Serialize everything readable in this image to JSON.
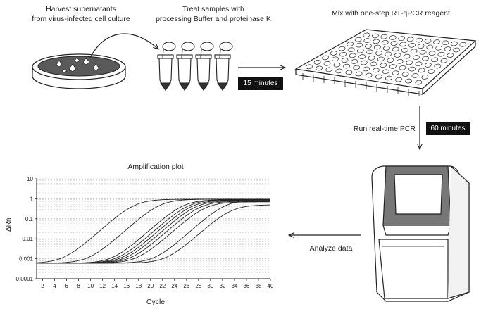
{
  "steps": {
    "harvest": {
      "line1": "Harvest supernatants",
      "line2": "from virus-infected cell culture"
    },
    "treat": {
      "line1": "Treat samples with",
      "line2": "processing Buffer and proteinase K"
    },
    "mix": {
      "line1": "Mix with one-step RT-qPCR reagent"
    },
    "run": {
      "label": "Run real-time PCR"
    },
    "analyze": {
      "label": "Analyze data"
    }
  },
  "timers": {
    "t15": "15 minutes",
    "t60": "60 minutes"
  },
  "chart_data": {
    "type": "line",
    "title": "Amplification plot",
    "xlabel": "Cycle",
    "ylabel": "ΔRn",
    "xlim": [
      1,
      40
    ],
    "ylim": [
      0.0001,
      10
    ],
    "yscale": "log",
    "grid": true,
    "x_ticks": [
      2,
      4,
      6,
      8,
      10,
      12,
      14,
      16,
      18,
      20,
      22,
      24,
      26,
      28,
      30,
      32,
      34,
      36,
      38,
      40
    ],
    "y_ticks": [
      {
        "v": 10,
        "label": "10"
      },
      {
        "v": 1,
        "label": "1"
      },
      {
        "v": 0.1,
        "label": "0.1"
      },
      {
        "v": 0.01,
        "label": "0.01"
      },
      {
        "v": 0.001,
        "label": "0.001"
      },
      {
        "v": 0.0001,
        "label": "0.0001"
      }
    ],
    "baseline": 0.0006,
    "plateaus": [
      0.95,
      0.95,
      0.9,
      0.9,
      0.85,
      0.8,
      0.75,
      0.7,
      0.9,
      0.5
    ],
    "series": [
      {
        "ct": 15.2
      },
      {
        "ct": 19.4
      },
      {
        "ct": 23.3
      },
      {
        "ct": 24.2
      },
      {
        "ct": 24.8
      },
      {
        "ct": 25.4
      },
      {
        "ct": 26.1
      },
      {
        "ct": 27.0
      },
      {
        "ct": 30.3
      },
      {
        "ct": 31.3
      }
    ]
  }
}
